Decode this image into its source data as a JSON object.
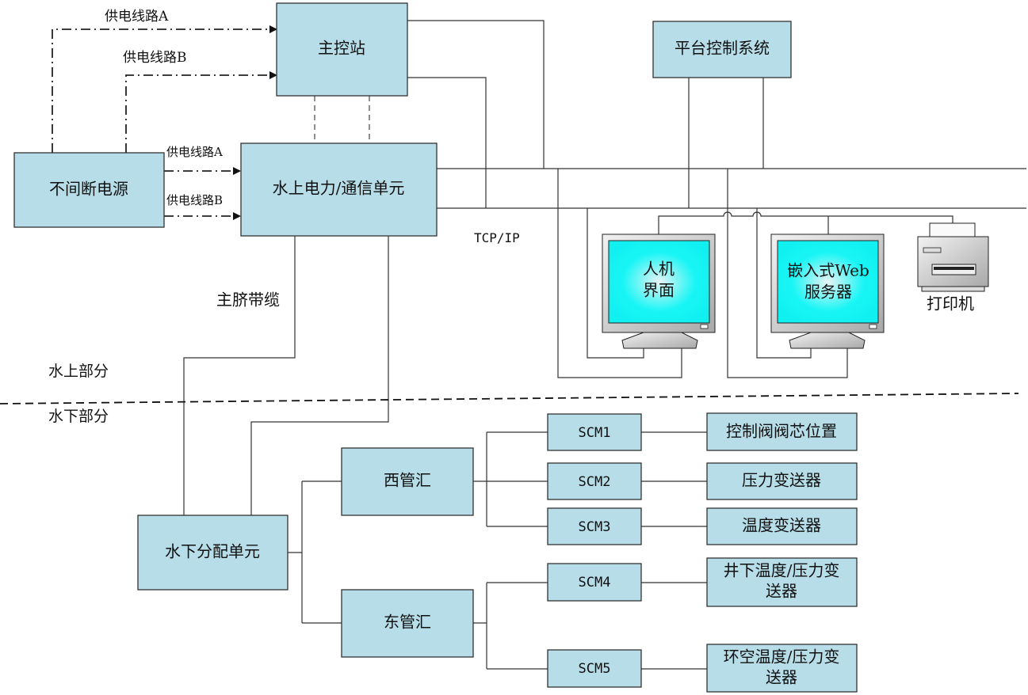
{
  "nodes": {
    "main_station": "主控站",
    "ups": "不间断电源",
    "surface_unit": "水上电力/通信单元",
    "platform_control": "平台控制系统",
    "hmi_line1": "人机",
    "hmi_line2": "界面",
    "web_line1": "嵌入式Web",
    "web_line2": "服务器",
    "printer": "打印机",
    "subsea_dist": "水下分配单元",
    "west_manifold": "西管汇",
    "east_manifold": "东管汇",
    "scm1": "SCM1",
    "scm2": "SCM2",
    "scm3": "SCM3",
    "scm4": "SCM4",
    "scm5": "SCM5",
    "valve_pos": "控制阀阀芯位置",
    "pressure_tx": "压力变送器",
    "temp_tx": "温度变送器",
    "downhole_line1": "井下温度/压力变",
    "downhole_line2": "送器",
    "annulus_line1": "环空温度/压力变",
    "annulus_line2": "送器"
  },
  "labels": {
    "supply_a_top": "供电线路A",
    "supply_b_top": "供电线路B",
    "supply_a": "供电线路A",
    "supply_b": "供电线路B",
    "tcpip": "TCP/IP",
    "umbilical": "主脐带缆",
    "above_water": "水上部分",
    "below_water": "水下部分"
  },
  "colors": {
    "box": "#b6dde8",
    "screen": "#19f5f5"
  }
}
